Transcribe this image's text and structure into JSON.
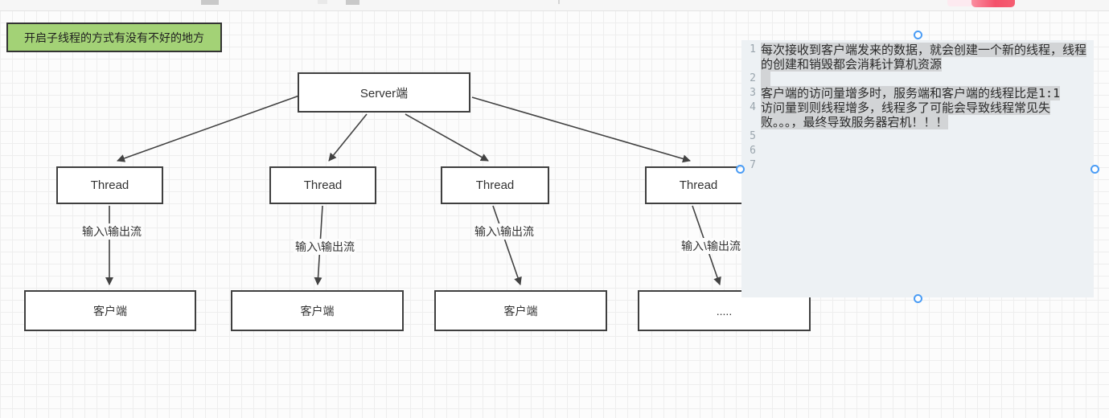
{
  "note": {
    "label": "开启子线程的方式有没有不好的地方"
  },
  "diagram": {
    "nodes": {
      "server": "Server端",
      "thread1": "Thread",
      "thread2": "Thread",
      "thread3": "Thread",
      "thread4": "Thread",
      "client1": "客户端",
      "client2": "客户端",
      "client3": "客户端",
      "client4": "....."
    },
    "edge_labels": [
      "输入\\输出流",
      "输入\\输出流",
      "输入\\输出流",
      "输入\\输出流"
    ]
  },
  "editor": {
    "rows": [
      {
        "ln": "1",
        "text": "每次接收到客户端发来的数据，就会创建一个新的线程，线程",
        "highlight": true
      },
      {
        "ln": "",
        "text": "的创建和销毁都会消耗计算机资源",
        "highlight": true
      },
      {
        "ln": "2",
        "text": "",
        "highlight": true
      },
      {
        "ln": "3",
        "text": "客户端的访问量增多时，服务端和客户端的线程比是1:1",
        "highlight": true
      },
      {
        "ln": "4",
        "text": "访问量到则线程增多，线程多了可能会导致线程常见失",
        "highlight": true
      },
      {
        "ln": "",
        "text": "败。。。，最终导致服务器宕机！！！",
        "highlight": true
      },
      {
        "ln": "5",
        "text": "",
        "highlight": false
      },
      {
        "ln": "6",
        "text": "",
        "highlight": false
      },
      {
        "ln": "7",
        "text": "",
        "highlight": false
      }
    ]
  },
  "colors": {
    "note_fill": "#a3d276",
    "box_border": "#3f3f3f",
    "arrow": "#424242",
    "panel_bg": "#edf1f4",
    "selection_highlight": "#d2d4d6",
    "handle_blue": "#4a9cf5",
    "pink_fragment": "#f4506a"
  }
}
